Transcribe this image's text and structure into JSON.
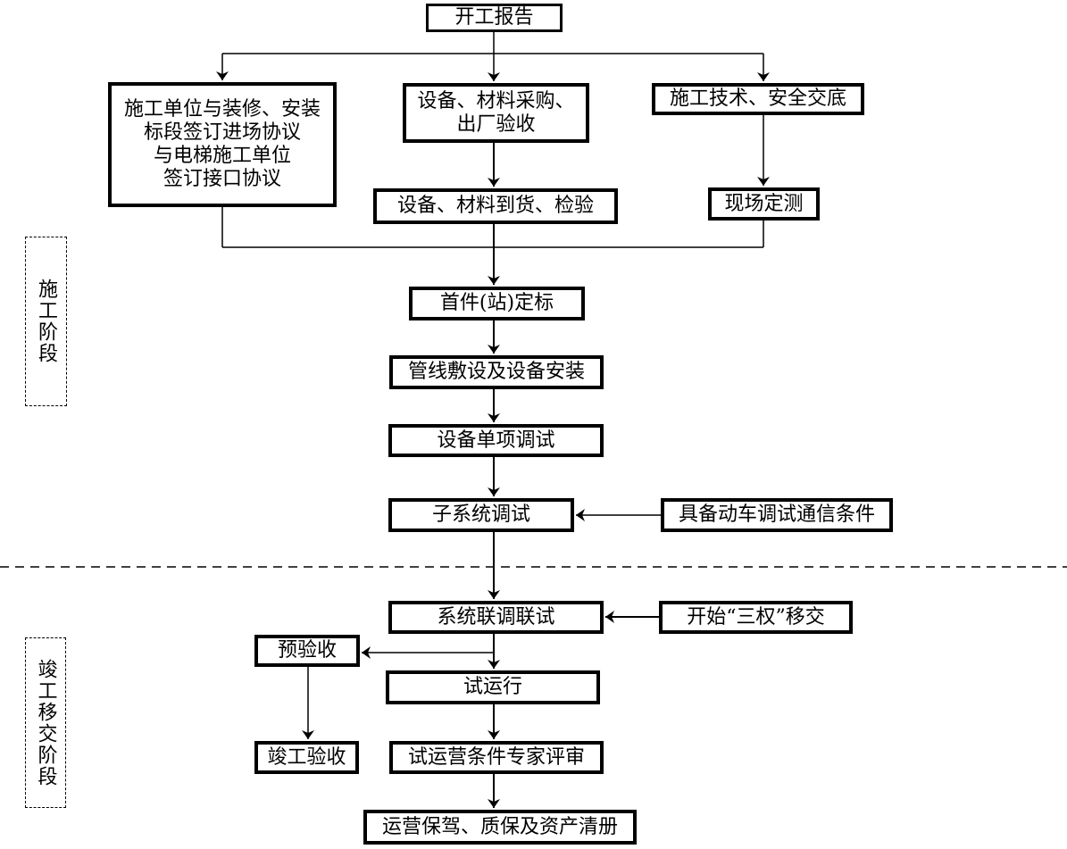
{
  "diagram": {
    "type": "flowchart",
    "phases": {
      "construction": "施工阶段",
      "completion": "竣工移交阶段"
    },
    "nodes": {
      "start_report": "开工报告",
      "agreements": "施工单位与装修、安装\n标段签订进场协议\n与电梯施工单位\n签订接口协议",
      "procurement": "设备、材料采购、\n出厂验收",
      "tech_briefing": "施工技术、安全交底",
      "arrival_inspection": "设备、材料到货、检验",
      "site_survey": "现场定测",
      "first_station": "首件(站)定标",
      "pipeline_install": "管线敷设及设备安装",
      "unit_debug": "设备单项调试",
      "subsystem_debug": "子系统调试",
      "train_comm_ready": "具备动车调试通信条件",
      "system_joint_debug": "系统联调联试",
      "three_rights_handover": "开始“三权”移交",
      "pre_acceptance": "预验收",
      "trial_run": "试运行",
      "completion_acceptance": "竣工验收",
      "expert_review": "试运营条件专家评审",
      "operation_support": "运营保驾、质保及资产清册"
    },
    "edges": [
      [
        "start_report",
        "agreements"
      ],
      [
        "start_report",
        "procurement"
      ],
      [
        "start_report",
        "tech_briefing"
      ],
      [
        "procurement",
        "arrival_inspection"
      ],
      [
        "tech_briefing",
        "site_survey"
      ],
      [
        "agreements",
        "first_station"
      ],
      [
        "arrival_inspection",
        "first_station"
      ],
      [
        "site_survey",
        "first_station"
      ],
      [
        "first_station",
        "pipeline_install"
      ],
      [
        "pipeline_install",
        "unit_debug"
      ],
      [
        "unit_debug",
        "subsystem_debug"
      ],
      [
        "train_comm_ready",
        "subsystem_debug"
      ],
      [
        "subsystem_debug",
        "system_joint_debug"
      ],
      [
        "three_rights_handover",
        "system_joint_debug"
      ],
      [
        "system_joint_debug",
        "pre_acceptance"
      ],
      [
        "system_joint_debug",
        "trial_run"
      ],
      [
        "pre_acceptance",
        "completion_acceptance"
      ],
      [
        "trial_run",
        "expert_review"
      ],
      [
        "expert_review",
        "operation_support"
      ]
    ]
  }
}
